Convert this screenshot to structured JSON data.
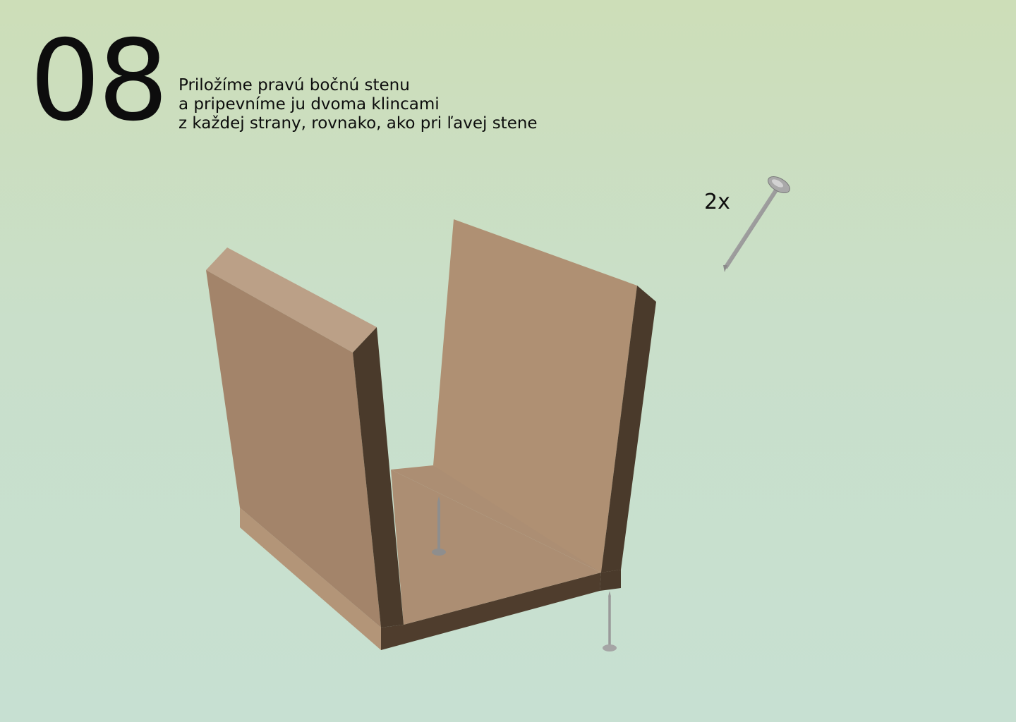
{
  "step": {
    "number": "08",
    "lines": [
      "Priložíme pravú bočnú stenu",
      "a pripevníme ju dvoma klincami",
      "z každej strany, rovnako, ako pri ľavej stene"
    ]
  },
  "nail_callout": {
    "count": "2x",
    "icon": "nail-icon"
  },
  "colors": {
    "wood_face": "#a3846a",
    "wood_top": "#bba087",
    "wood_dark": "#4a3a2b",
    "wood_base": "#ac8e73",
    "nail": "#9a9a9a"
  }
}
